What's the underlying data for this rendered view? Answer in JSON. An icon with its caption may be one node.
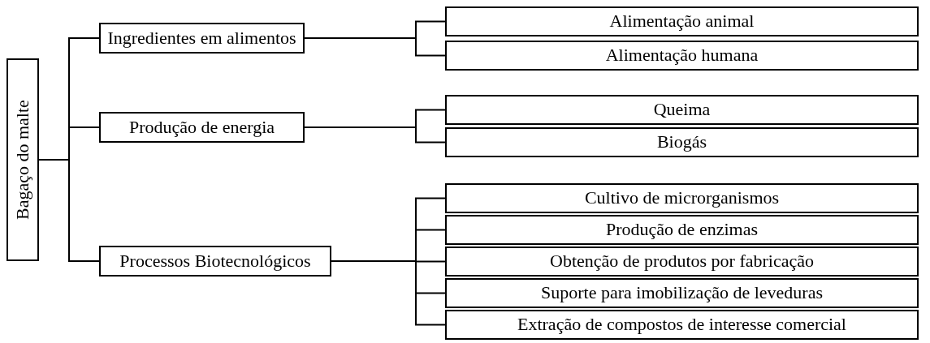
{
  "diagram": {
    "nodes": [
      {
        "text": [
          "Bagaço do malte"
        ]
      },
      {
        "text": [
          "Ingredientes em alimentos"
        ]
      },
      {
        "text": [
          "Alimentação animal"
        ]
      },
      {
        "text": [
          "Alimentação humana"
        ]
      },
      {
        "text": [
          "Produção de energia"
        ]
      },
      {
        "text": [
          "Queima"
        ]
      },
      {
        "text": [
          "Biogás"
        ]
      },
      {
        "text": [
          "Processos Biotecnológicos"
        ]
      },
      {
        "text": [
          "Cultivo de microrganismos"
        ]
      },
      {
        "text": [
          "Produção de enzimas"
        ]
      },
      {
        "text": [
          "Obtenção de produtos por fabricação"
        ]
      },
      {
        "text": [
          "Suporte para imobilização de leveduras"
        ]
      },
      {
        "text": [
          "Extração de compostos de interesse comercial"
        ]
      }
    ],
    "edges": [
      {
        "from": 0,
        "to": 1,
        "arrow": "none"
      },
      {
        "from": 0,
        "to": 4,
        "arrow": "none"
      },
      {
        "from": 0,
        "to": 7,
        "arrow": "none"
      },
      {
        "from": 1,
        "to": 2,
        "arrow": "none"
      },
      {
        "from": 1,
        "to": 3,
        "arrow": "none"
      },
      {
        "from": 4,
        "to": 5,
        "arrow": "none"
      },
      {
        "from": 4,
        "to": 6,
        "arrow": "none"
      },
      {
        "from": 7,
        "to": 8,
        "arrow": "none"
      },
      {
        "from": 7,
        "to": 9,
        "arrow": "none"
      },
      {
        "from": 7,
        "to": 10,
        "arrow": "none"
      },
      {
        "from": 7,
        "to": 11,
        "arrow": "none"
      },
      {
        "from": 7,
        "to": 12,
        "arrow": "none"
      }
    ]
  }
}
